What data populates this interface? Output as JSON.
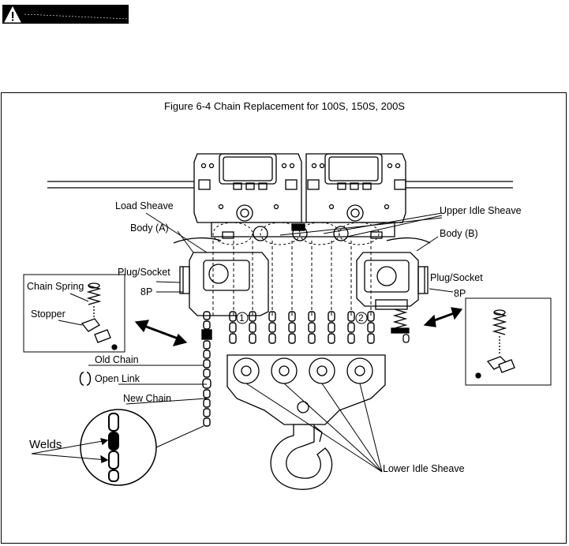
{
  "figure_title": "Figure 6-4 Chain Replacement for 100S, 150S, 200S",
  "warning_icon": "warning-triangle-icon",
  "labels": {
    "load_sheave": "Load Sheave",
    "upper_idle_sheave": "Upper Idle Sheave",
    "body_a": "Body (A)",
    "body_b": "Body (B)",
    "plug_socket_left": "Plug/Socket",
    "plug_socket_right": "Plug/Socket",
    "eight_p_left": "8P",
    "eight_p_right": "8P",
    "chain_spring": "Chain Spring",
    "stopper": "Stopper",
    "old_chain": "Old Chain",
    "open_link": "Open Link",
    "new_chain": "New Chain",
    "welds": "Welds",
    "lower_idle_sheave": "Lower Idle Sheave",
    "marker_1": "1",
    "marker_2": "2"
  }
}
